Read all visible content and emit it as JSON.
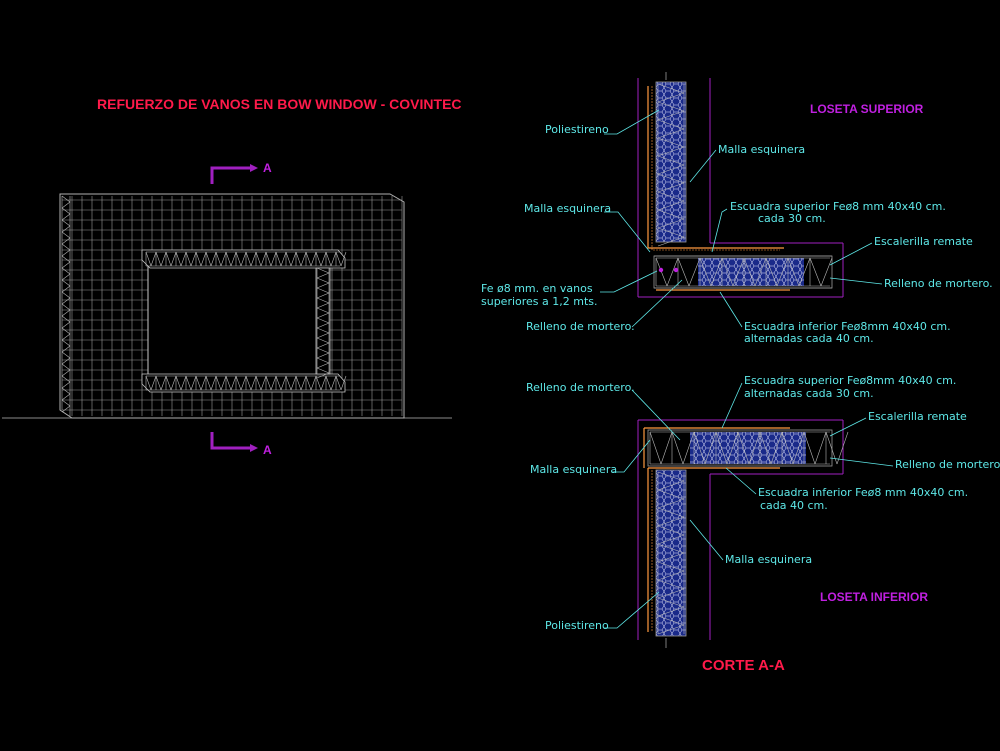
{
  "main_title": "REFUERZO DE VANOS EN BOW WINDOW - COVINTEC",
  "section_marker_letter": "A",
  "cut_title": "CORTE   A-A",
  "upper_slab": {
    "title": "LOSETA SUPERIOR",
    "labels": {
      "poliestireno": "Poliestireno",
      "malla_esquinera_right": "Malla  esquinera",
      "malla_esquinera_left": "Malla esquinera",
      "escuadra_sup_1": "Escuadra superior Feø8 mm 40x40 cm.",
      "escuadra_sup_2": "cada 30 cm.",
      "escalerilla": "Escalerilla remate",
      "relleno_right": "Relleno de mortero.",
      "fe_1": "Fe ø8 mm. en vanos",
      "fe_2": "superiores a 1,2 mts.",
      "relleno_left": "Relleno de mortero.",
      "escuadra_inf_1": "Escuadra inferior Feø8mm 40x40 cm.",
      "escuadra_inf_2": "alternadas cada 40 cm."
    }
  },
  "lower_slab": {
    "title": "LOSETA  INFERIOR",
    "labels": {
      "relleno_left": "Relleno de mortero.",
      "escuadra_sup_1": "Escuadra superior Feø8mm 40x40 cm.",
      "escuadra_sup_2": "alternadas cada 30 cm.",
      "escalerilla": "Escalerilla remate",
      "malla_esquinera_left": "Malla esquinera",
      "relleno_right": "Relleno de mortero.",
      "escuadra_inf_1": "Escuadra inferior Feø8 mm 40x40 cm.",
      "escuadra_inf_2": "cada 40 cm.",
      "malla_esquinera_right": "Malla esquinera",
      "poliestireno": "Poliestireno"
    }
  },
  "colors": {
    "background": "#000000",
    "title_red": "#ff1a4a",
    "magenta": "#c020e0",
    "cyan_text": "#5ee8e8",
    "orange_rebar": "#ff9a40",
    "blue_core": "#1a2a8a",
    "gray_lines": "#9a9a9a"
  }
}
